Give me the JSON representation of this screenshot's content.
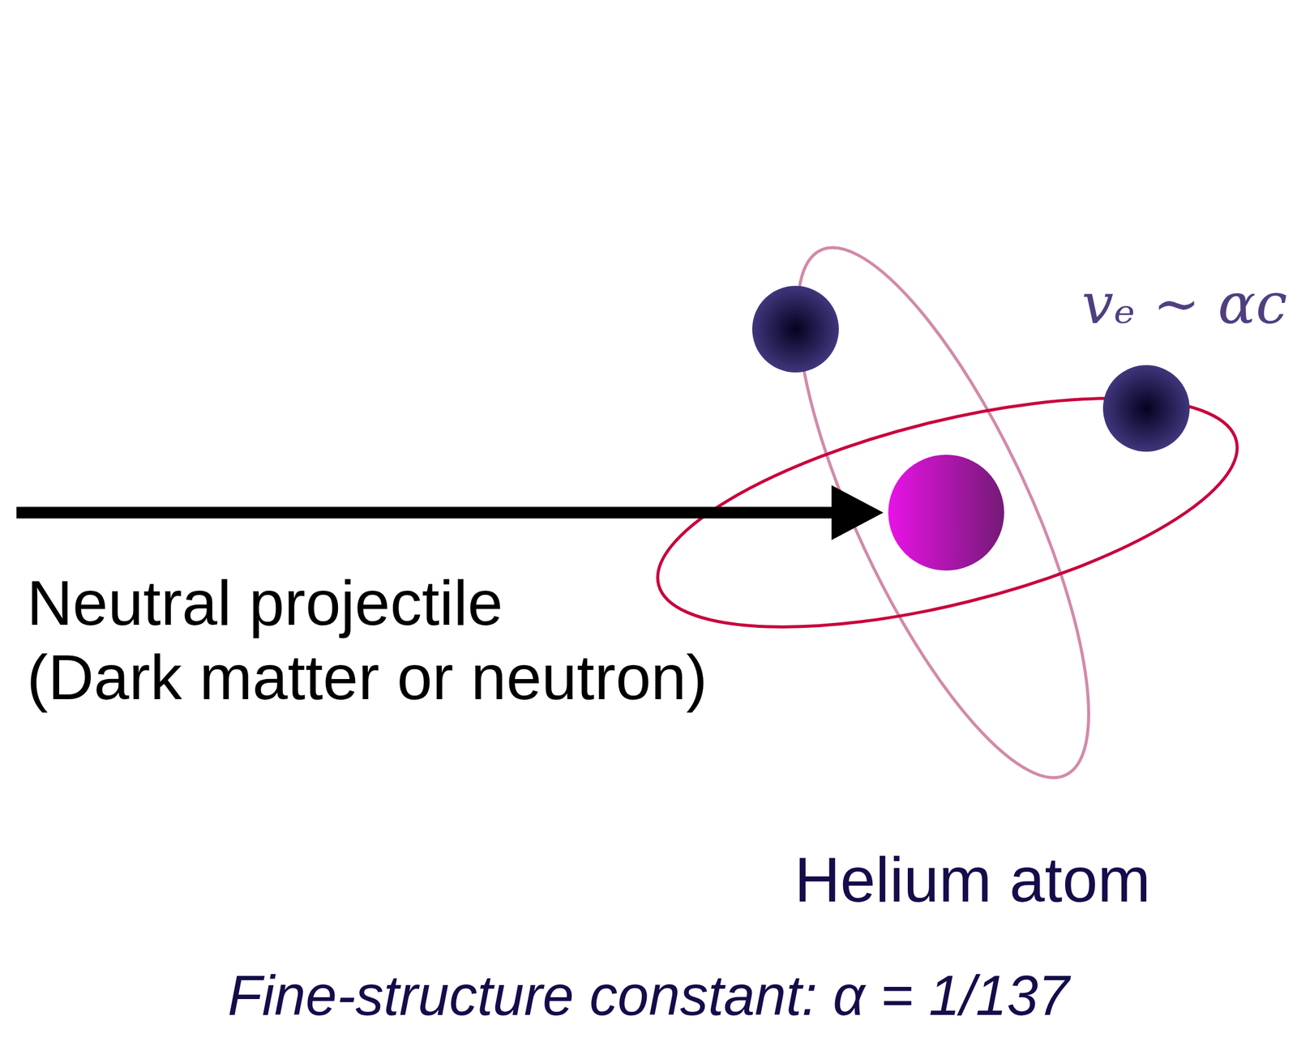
{
  "diagram": {
    "labels": [
      "Neutral projectile",
      "(Dark matter or neutron)",
      "vₑ ∼ αc",
      "Helium atom",
      "Fine-structure constant: α = 1/137"
    ]
  }
}
